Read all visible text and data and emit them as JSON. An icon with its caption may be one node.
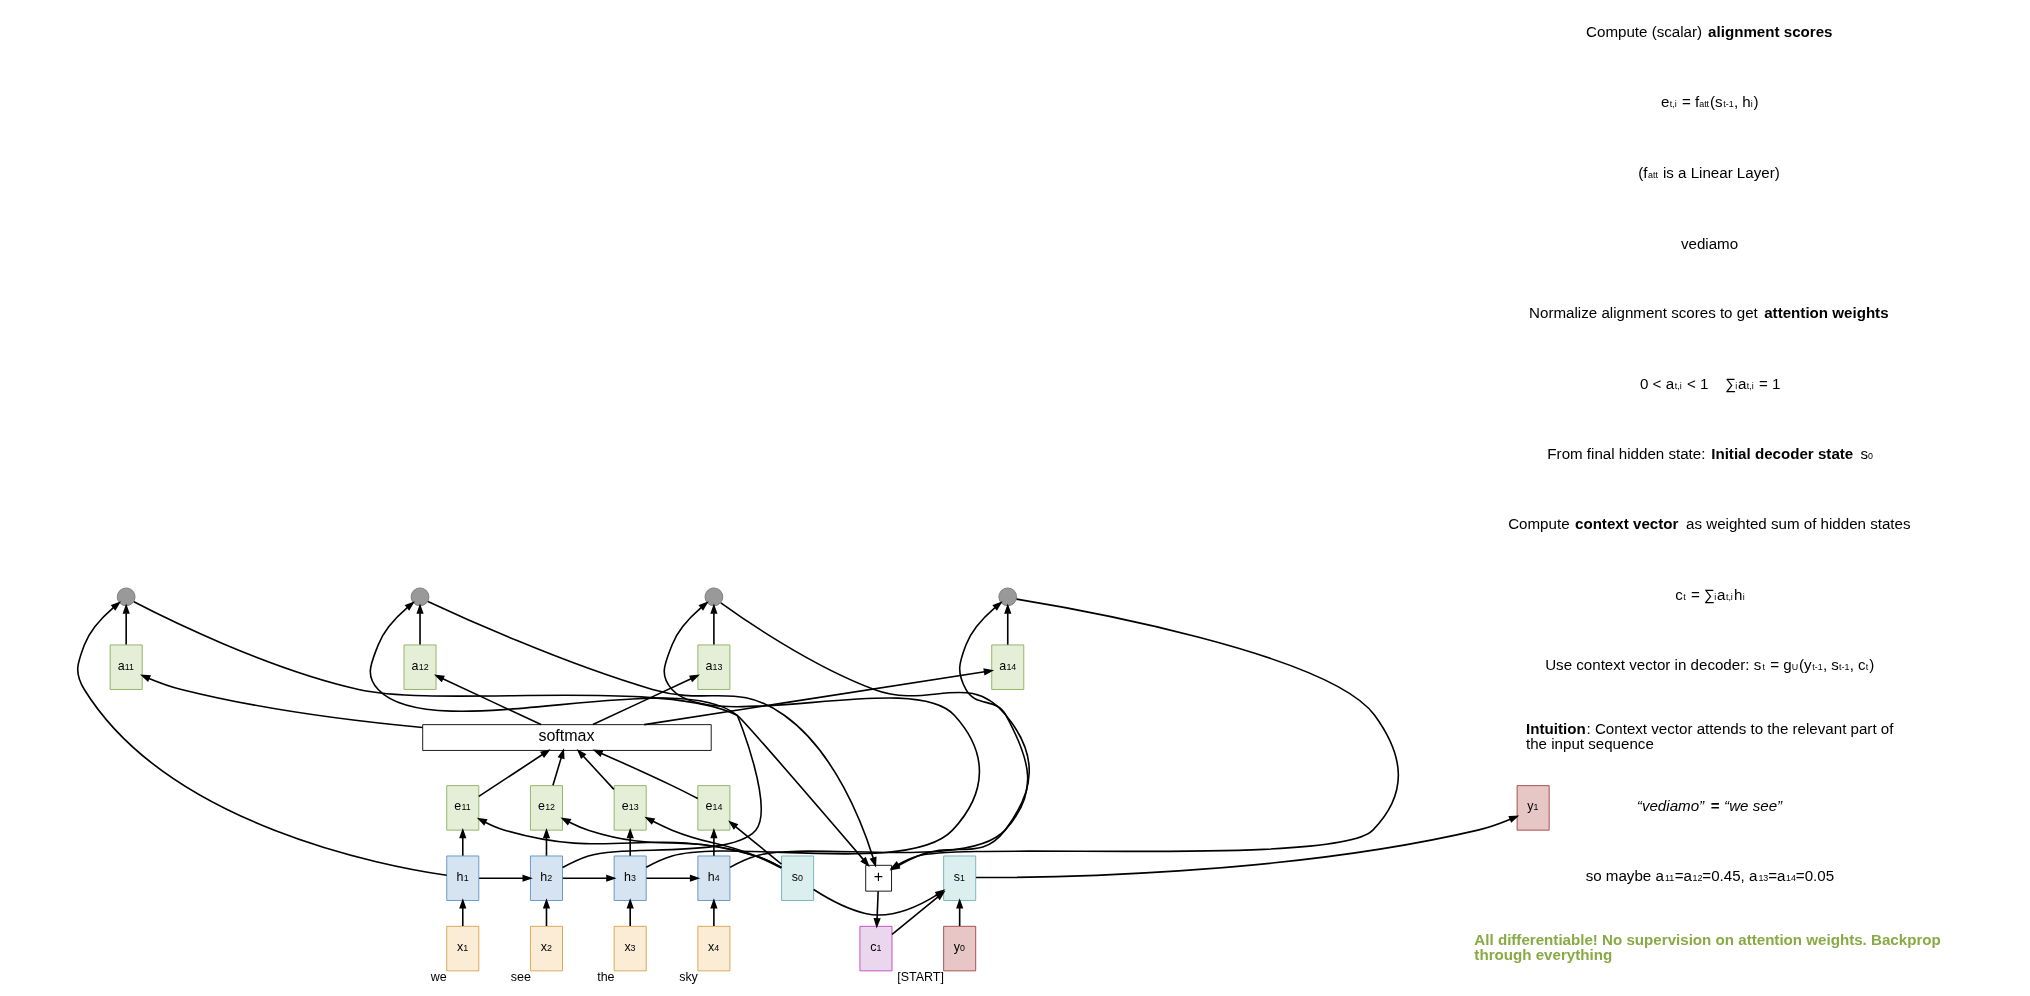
{
  "diagram": {
    "nodes": [
      {
        "text": [
          "x$_{1}$"
        ],
        "beside": [
          "we"
        ]
      },
      {
        "text": [
          "x$_{2}$"
        ],
        "beside": [
          "see"
        ]
      },
      {
        "text": [
          "x$_{3}$"
        ],
        "beside": [
          "the"
        ]
      },
      {
        "text": [
          "x$_{4}$"
        ],
        "beside": [
          "sky"
        ]
      },
      {
        "text": [
          "h$_{1}$"
        ]
      },
      {
        "text": [
          "h$_{2}$"
        ]
      },
      {
        "text": [
          "h$_{3}$"
        ]
      },
      {
        "text": [
          "h$_{4}$"
        ]
      },
      {
        "text": [
          "e$_{11}$"
        ]
      },
      {
        "text": [
          "e$_{12}$"
        ]
      },
      {
        "text": [
          "e$_{13}$"
        ]
      },
      {
        "text": [
          "e$_{14}$"
        ]
      },
      {
        "text": [
          "softmax"
        ]
      },
      {
        "text": [
          "a$_{11}$"
        ]
      },
      {
        "text": [
          "a$_{12}$"
        ]
      },
      {
        "text": [
          "a$_{13}$"
        ]
      },
      {
        "text": [
          "a$_{14}$"
        ]
      },
      {
        "text": [],
        "shape": "cross"
      },
      {
        "text": [],
        "shape": "cross"
      },
      {
        "text": [],
        "shape": "cross"
      },
      {
        "text": [],
        "shape": "cross"
      },
      {
        "text": [
          "s$_{0}$"
        ]
      },
      {
        "text": [
          "+"
        ]
      },
      {
        "text": [
          "c$_{1}$"
        ]
      },
      {
        "text": [
          "y$_{0}$"
        ],
        "beside": [
          "[START]"
        ]
      },
      {
        "text": [
          "s$_{1}$"
        ]
      },
      {
        "text": [
          "y$_{1}$"
        ]
      }
    ],
    "edges": [
      {
        "from": 0,
        "to": 4,
        "arrow": "to"
      },
      {
        "from": 1,
        "to": 5,
        "arrow": "to"
      },
      {
        "from": 2,
        "to": 6,
        "arrow": "to"
      },
      {
        "from": 3,
        "to": 7,
        "arrow": "to"
      },
      {
        "from": 4,
        "to": 5,
        "arrow": "to"
      },
      {
        "from": 5,
        "to": 6,
        "arrow": "to"
      },
      {
        "from": 6,
        "to": 7,
        "arrow": "to"
      },
      {
        "from": 4,
        "to": 8,
        "arrow": "to"
      },
      {
        "from": 5,
        "to": 9,
        "arrow": "to"
      },
      {
        "from": 6,
        "to": 10,
        "arrow": "to"
      },
      {
        "from": 7,
        "to": 11,
        "arrow": "to"
      },
      {
        "from": 21,
        "to": 8,
        "arrow": "to"
      },
      {
        "from": 21,
        "to": 9,
        "arrow": "to"
      },
      {
        "from": 21,
        "to": 10,
        "arrow": "to"
      },
      {
        "from": 21,
        "to": 11,
        "arrow": "to"
      },
      {
        "from": 8,
        "to": 12,
        "arrow": "to"
      },
      {
        "from": 9,
        "to": 12,
        "arrow": "to"
      },
      {
        "from": 10,
        "to": 12,
        "arrow": "to"
      },
      {
        "from": 11,
        "to": 12,
        "arrow": "to"
      },
      {
        "from": 12,
        "to": 13,
        "arrow": "to"
      },
      {
        "from": 12,
        "to": 14,
        "arrow": "to"
      },
      {
        "from": 12,
        "to": 15,
        "arrow": "to"
      },
      {
        "from": 12,
        "to": 16,
        "arrow": "to"
      },
      {
        "from": 13,
        "to": 17,
        "arrow": "to"
      },
      {
        "from": 14,
        "to": 18,
        "arrow": "to"
      },
      {
        "from": 15,
        "to": 19,
        "arrow": "to"
      },
      {
        "from": 16,
        "to": 20,
        "arrow": "to"
      },
      {
        "from": 4,
        "to": 17,
        "arrow": "to"
      },
      {
        "from": 5,
        "to": 18,
        "arrow": "to"
      },
      {
        "from": 6,
        "to": 19,
        "arrow": "to"
      },
      {
        "from": 7,
        "to": 20,
        "arrow": "to"
      },
      {
        "from": 17,
        "to": 22,
        "arrow": "to"
      },
      {
        "from": 18,
        "to": 22,
        "arrow": "to"
      },
      {
        "from": 19,
        "to": 22,
        "arrow": "to"
      },
      {
        "from": 20,
        "to": 22,
        "arrow": "to"
      },
      {
        "from": 22,
        "to": 23,
        "arrow": "to"
      },
      {
        "from": 21,
        "to": 25,
        "arrow": "to"
      },
      {
        "from": 23,
        "to": 25,
        "arrow": "to"
      },
      {
        "from": 24,
        "to": 25,
        "arrow": "to"
      },
      {
        "from": 25,
        "to": 26,
        "arrow": "to"
      }
    ],
    "labels": [
      "Compute (scalar) **alignment scores**",
      "e$_{t,i}$ = f$_{att}$(s$_{t-1}$, h$_{i}$)",
      "(f$_{att}$ is a Linear Layer)",
      "vediamo",
      "Normalize alignment scores to get **attention weights**",
      "0 < a$_{t,i}$ < 1    ∑$_{i}$a$_{t,i}$ = 1",
      "From final hidden state: **Initial decoder state** s$_{0}$",
      "Compute **context vector** as weighted sum of hidden states",
      "c$_{t}$ = ∑$_{i}$a$_{t,i}$h$_{i}$",
      "Use context vector in decoder: s$_{t}$ = g$_{U}$(y$_{t-1}$, s$_{t-1}$, c$_{t}$)",
      "**Intuition**: Context vector attends to the relevant part of the input sequence",
      "*“vediamo”* **=** *“we see”*",
      "so maybe a$_{11}$=a$_{12}$=0.45, a$_{13}$=a$_{14}$=0.05",
      "All differentiable! No supervision on attention weights. Backprop through everything"
    ]
  }
}
